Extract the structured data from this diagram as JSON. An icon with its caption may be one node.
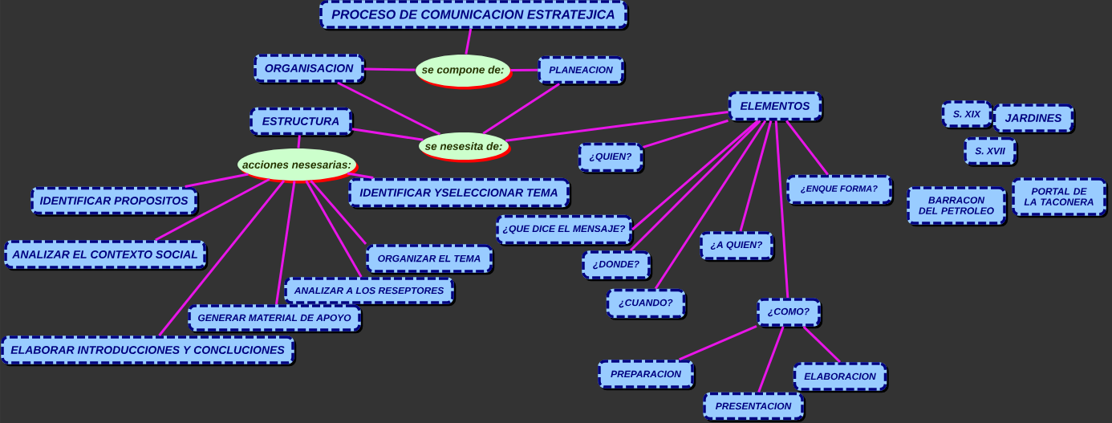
{
  "diagram": {
    "nodes": [
      {
        "text": [
          "PROCESO DE COMUNICACION ESTRATEJICA"
        ]
      },
      {
        "text": [
          "ORGANISACION"
        ]
      },
      {
        "text": [
          "se compone de:"
        ]
      },
      {
        "text": [
          "PLANEACION"
        ]
      },
      {
        "text": [
          "ESTRUCTURA"
        ]
      },
      {
        "text": [
          "se nesesita de:"
        ]
      },
      {
        "text": [
          "ELEMENTOS"
        ]
      },
      {
        "text": [
          "¿QUIEN?"
        ]
      },
      {
        "text": [
          "acciones nesesarias:"
        ]
      },
      {
        "text": [
          "IDENTIFICAR PROPOSITOS"
        ]
      },
      {
        "text": [
          "IDENTIFICAR YSELECCIONAR TEMA"
        ]
      },
      {
        "text": [
          "¿ENQUE FORMA?"
        ]
      },
      {
        "text": [
          "¿QUE DICE EL MENSAJE?"
        ]
      },
      {
        "text": [
          "ANALIZAR EL CONTEXTO SOCIAL"
        ]
      },
      {
        "text": [
          "¿A QUIEN?"
        ]
      },
      {
        "text": [
          "ORGANIZAR EL TEMA"
        ]
      },
      {
        "text": [
          "¿DONDE?"
        ]
      },
      {
        "text": [
          "ANALIZAR A LOS RESEPTORES"
        ]
      },
      {
        "text": [
          "¿CUANDO?"
        ]
      },
      {
        "text": [
          "¿COMO?"
        ]
      },
      {
        "text": [
          "GENERAR MATERIAL DE APOYO"
        ]
      },
      {
        "text": [
          "ELABORAR INTRODUCCIONES Y CONCLUCIONES"
        ]
      },
      {
        "text": [
          "PREPARACION"
        ]
      },
      {
        "text": [
          "ELABORACION"
        ]
      },
      {
        "text": [
          "PRESENTACION"
        ]
      },
      {
        "text": [
          "S. XIX"
        ]
      },
      {
        "text": [
          "JARDINES"
        ]
      },
      {
        "text": [
          "S. XVII"
        ]
      },
      {
        "text": [
          "BARRACON DEL PETROLEO"
        ]
      },
      {
        "text": [
          "PORTAL DE LA TACONERA"
        ]
      }
    ],
    "edges": [
      {
        "from": 0,
        "to": 2,
        "arrow": "none"
      },
      {
        "from": 1,
        "to": 2,
        "arrow": "none"
      },
      {
        "from": 2,
        "to": 3,
        "arrow": "none"
      },
      {
        "from": 1,
        "to": 5,
        "arrow": "none"
      },
      {
        "from": 3,
        "to": 5,
        "arrow": "none"
      },
      {
        "from": 4,
        "to": 5,
        "arrow": "none"
      },
      {
        "from": 5,
        "to": 6,
        "arrow": "none"
      },
      {
        "from": 4,
        "to": 8,
        "arrow": "none"
      },
      {
        "from": 6,
        "to": 7,
        "arrow": "none"
      },
      {
        "from": 8,
        "to": 9,
        "arrow": "none"
      },
      {
        "from": 8,
        "to": 10,
        "arrow": "none"
      },
      {
        "from": 6,
        "to": 11,
        "arrow": "none"
      },
      {
        "from": 6,
        "to": 12,
        "arrow": "none"
      },
      {
        "from": 8,
        "to": 13,
        "arrow": "none"
      },
      {
        "from": 6,
        "to": 14,
        "arrow": "none"
      },
      {
        "from": 8,
        "to": 15,
        "arrow": "none"
      },
      {
        "from": 6,
        "to": 16,
        "arrow": "none"
      },
      {
        "from": 8,
        "to": 17,
        "arrow": "none"
      },
      {
        "from": 6,
        "to": 18,
        "arrow": "none"
      },
      {
        "from": 6,
        "to": 19,
        "arrow": "none"
      },
      {
        "from": 8,
        "to": 20,
        "arrow": "none"
      },
      {
        "from": 8,
        "to": 21,
        "arrow": "none"
      },
      {
        "from": 19,
        "to": 22,
        "arrow": "none"
      },
      {
        "from": 19,
        "to": 23,
        "arrow": "none"
      },
      {
        "from": 19,
        "to": 24,
        "arrow": "none"
      }
    ]
  }
}
